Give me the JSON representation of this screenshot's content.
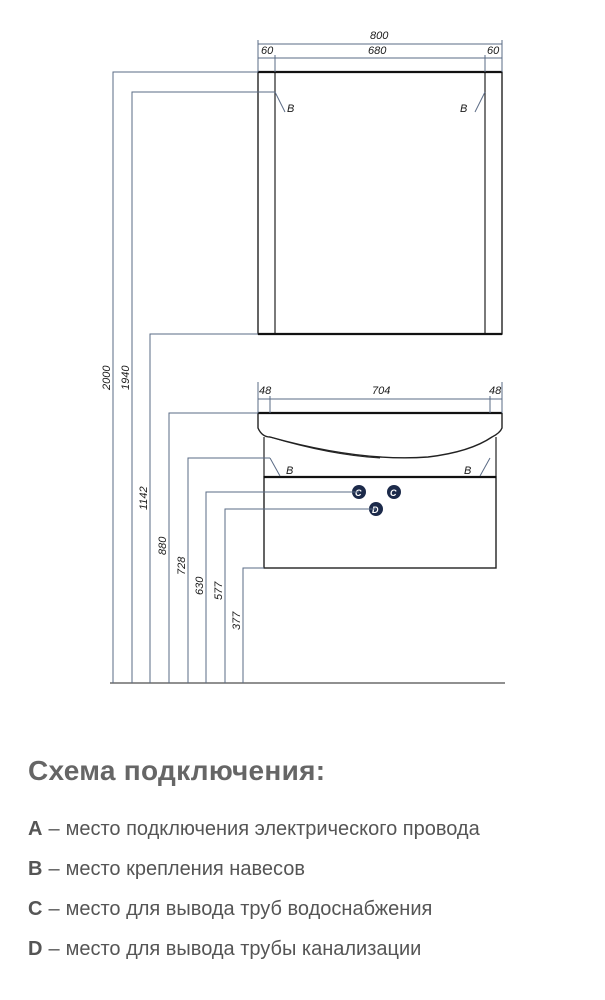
{
  "diagram": {
    "cabinet_dims": {
      "total_width": "800",
      "side_left": "60",
      "inner_width": "680",
      "side_right": "60"
    },
    "sink_dims": {
      "side_left": "48",
      "inner_width": "704",
      "side_right": "48"
    },
    "heights": {
      "h2000": "2000",
      "h1940": "1940",
      "h1142": "1142",
      "h880": "880",
      "h728": "728",
      "h630": "630",
      "h577": "577",
      "h377": "377"
    },
    "marker_labels": {
      "b": "B",
      "c": "C",
      "d": "D"
    }
  },
  "legend": {
    "title": "Схема подключения:",
    "items": [
      {
        "letter": "A",
        "dash": "–",
        "text": "место подключения электрического провода"
      },
      {
        "letter": "B",
        "dash": "–",
        "text": "место крепления навесов"
      },
      {
        "letter": "C",
        "dash": "–",
        "text": "место для вывода труб водоснабжения"
      },
      {
        "letter": "D",
        "dash": "–",
        "text": "место для вывода трубы канализации"
      }
    ]
  },
  "colors": {
    "marker_fill": "#1c2a4a",
    "dimension_line": "#5a6b85",
    "legend_text": "#555555"
  }
}
